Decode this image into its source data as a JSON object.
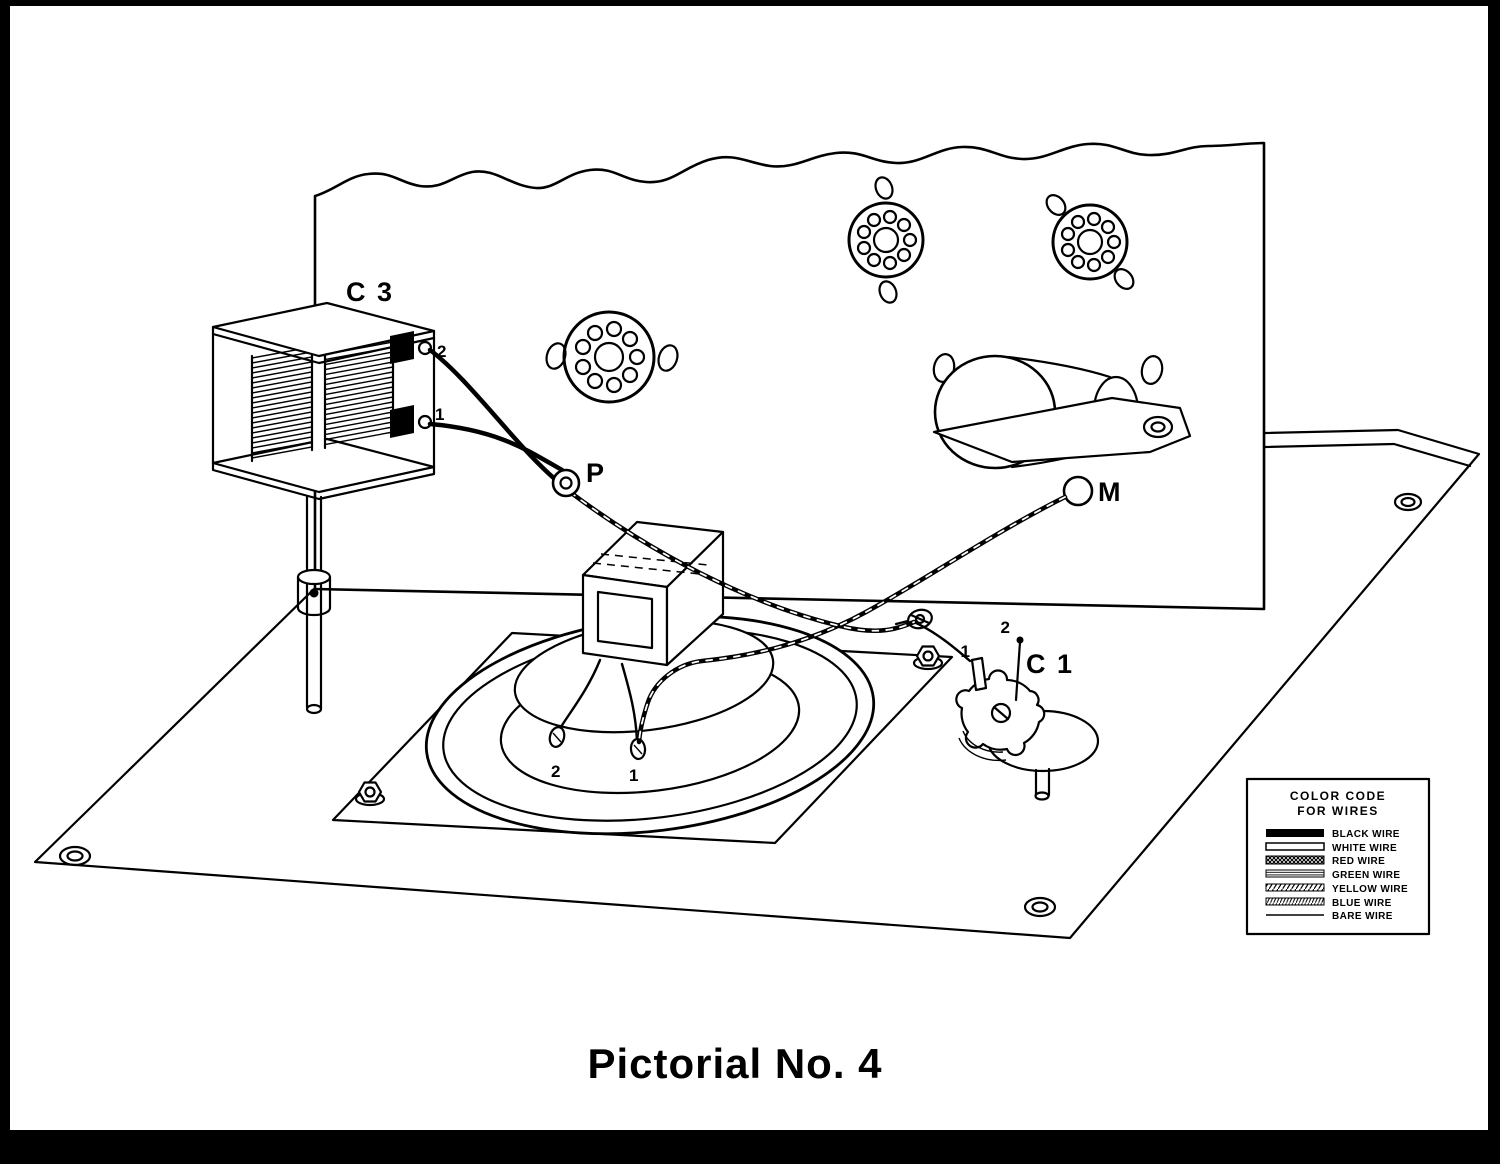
{
  "page": {
    "title": "Pictorial No. 4"
  },
  "components": {
    "c3": {
      "label": "C 3",
      "terminal_top": "2",
      "terminal_bottom": "1"
    },
    "p": {
      "label": "P"
    },
    "m": {
      "label": "M"
    },
    "c1": {
      "label": "C 1",
      "terminal_left": "1",
      "terminal_top": "2"
    },
    "speaker": {
      "terminal_left": "2",
      "terminal_right": "1"
    }
  },
  "legend": {
    "title_line1": "COLOR CODE",
    "title_line2": "FOR WIRES",
    "entries": [
      {
        "label": "BLACK WIRE",
        "wire": "black"
      },
      {
        "label": "WHITE WIRE",
        "wire": "white"
      },
      {
        "label": "RED WIRE",
        "wire": "red"
      },
      {
        "label": "GREEN WIRE",
        "wire": "green"
      },
      {
        "label": "YELLOW WIRE",
        "wire": "yellow"
      },
      {
        "label": "BLUE WIRE",
        "wire": "blue"
      },
      {
        "label": "BARE WIRE",
        "wire": "bare"
      }
    ]
  },
  "colors": {
    "ink": "#000000",
    "paper": "#ffffff"
  }
}
